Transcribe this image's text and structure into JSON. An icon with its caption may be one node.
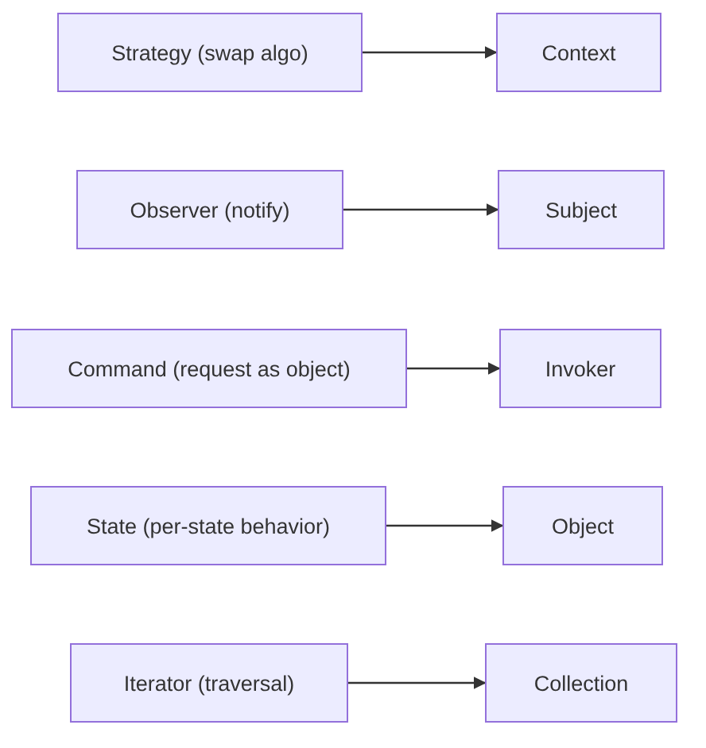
{
  "diagram": {
    "nodes": [
      {
        "text": [
          "Strategy (swap algo)"
        ]
      },
      {
        "text": [
          "Context"
        ]
      },
      {
        "text": [
          "Observer (notify)"
        ]
      },
      {
        "text": [
          "Subject"
        ]
      },
      {
        "text": [
          "Command (request as object)"
        ]
      },
      {
        "text": [
          "Invoker"
        ]
      },
      {
        "text": [
          "State (per-state behavior)"
        ]
      },
      {
        "text": [
          "Object"
        ]
      },
      {
        "text": [
          "Iterator (traversal)"
        ]
      },
      {
        "text": [
          "Collection"
        ]
      }
    ],
    "edges": [
      {
        "from": 0,
        "to": 1,
        "arrow": "to"
      },
      {
        "from": 2,
        "to": 3,
        "arrow": "to"
      },
      {
        "from": 4,
        "to": 5,
        "arrow": "to"
      },
      {
        "from": 6,
        "to": 7,
        "arrow": "to"
      },
      {
        "from": 8,
        "to": 9,
        "arrow": "to"
      }
    ]
  }
}
